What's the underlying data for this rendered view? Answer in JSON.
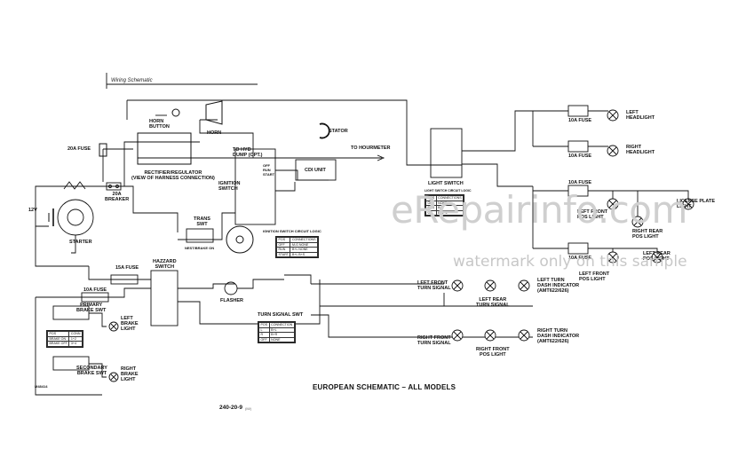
{
  "header": "Wiring Schematic",
  "title": "EUROPEAN SCHEMATIC – ALL MODELS",
  "page_number": "240-20-9",
  "small_mark": "(M/)",
  "watermark": {
    "site": "eRepairinfo.com",
    "notice": "watermark only on this sample"
  },
  "labels": {
    "horn_button": "HORN\nBUTTON",
    "horn": "HORN",
    "stator": "STATOR",
    "fuse_20a": "20A FUSE",
    "rectifier": "RECTIFIER/REGULATOR\n(VIEW OF HARNESS CONNECTION)",
    "hyd_dump": "TO HYD\nDUMP (OPT.)",
    "to_hourmeter": "TO HOURMETER",
    "cdi_unit": "CDI UNIT",
    "ignition_switch": "IGNITION\nSWITCH",
    "breaker": "20A\nBREAKER",
    "v12": "12V",
    "starter": "STARTER",
    "trans_switch": "TRANS\nSWT",
    "trans_note": "NEST/BRAKE ON",
    "ign_logic": "IGNITION SWITCH CIRCUIT LOGIC",
    "fuse_15a": "15A FUSE",
    "hazard_switch": "HAZZARD\nSWITCH",
    "fuse_10a_left": "10A FUSE",
    "primary_brake": "PRIMARY\nBRAKE SWT",
    "left_brake_light": "LEFT\nBRAKE\nLIGHT",
    "secondary_brake": "SECONDARY\nBRAKE SWT",
    "right_brake_light": "RIGHT\nBRAKE\nLIGHT",
    "flasher": "FLASHER",
    "turn_signal_switch": "TURN SIGNAL SWT",
    "light_switch": "LIGHT SWITCH",
    "light_logic": "LIGHT SWITCH CIRCUIT LOGIC",
    "fuse_10a_1": "10A FUSE",
    "fuse_10a_2": "10A FUSE",
    "fuse_10a_3": "10A FUSE",
    "fuse_10a_4": "10A FUSE",
    "left_headlight": "LEFT\nHEADLIGHT",
    "right_headlight": "RIGHT\nHEADLIGHT",
    "left_front_pos": "LEFT FRONT\nPOS LIGHT",
    "right_rear_pos_top": "RIGHT REAR\nPOS LIGHT",
    "license_plate": "LICENSE PLATE\nLIGHT",
    "left_rear_pos": "LEFT REAR\nPOS LIGHT",
    "left_front_pos_2": "LEFT FRONT\nPOS LIGHT",
    "left_front_turn": "LEFT FRONT\nTURN SIGNAL",
    "left_rear_turn": "LEFT REAR\nTURN SIGNAL",
    "left_turn_dash": "LEFT TURN\nDASH INDICATOR\n(AMT622/626)",
    "right_front_turn": "RIGHT FRONT\nTURN SIGNAL",
    "right_front_pos": "RIGHT FRONT\nPOS LIGHT",
    "right_turn_dash": "RIGHT TURN\nDASH INDICATOR\n(AMT622/626)",
    "ign_positions": "OFF\nRUN\nSTART",
    "model_code": "M48414"
  },
  "ignition_table": {
    "rows": [
      [
        "POS",
        "CONNECTIONS"
      ],
      [
        "OFF",
        "M-G  NONE"
      ],
      [
        "RUN",
        "B+L  NONE"
      ],
      [
        "START",
        "B+L  B+S"
      ]
    ]
  },
  "turn_table": {
    "rows": [
      [
        "POS",
        "CONNECTION"
      ],
      [
        "L",
        "B+L"
      ],
      [
        "R",
        "B+R"
      ],
      [
        "OFF",
        "NONE"
      ]
    ]
  },
  "light_table": {
    "rows": [
      [
        "POS",
        "CONNECTIONS"
      ],
      [
        "OFF",
        "NONE"
      ],
      [
        "POS",
        "B+1"
      ],
      [
        "ON",
        "B+1+2"
      ]
    ]
  },
  "brake_table": {
    "rows": [
      [
        "POS",
        "CONN"
      ],
      [
        "BRAKE ON",
        "1+2"
      ],
      [
        "BRAKE OFF",
        "3+4"
      ]
    ]
  },
  "colors": {
    "line": "#111111",
    "watermark": "#cccccc"
  }
}
